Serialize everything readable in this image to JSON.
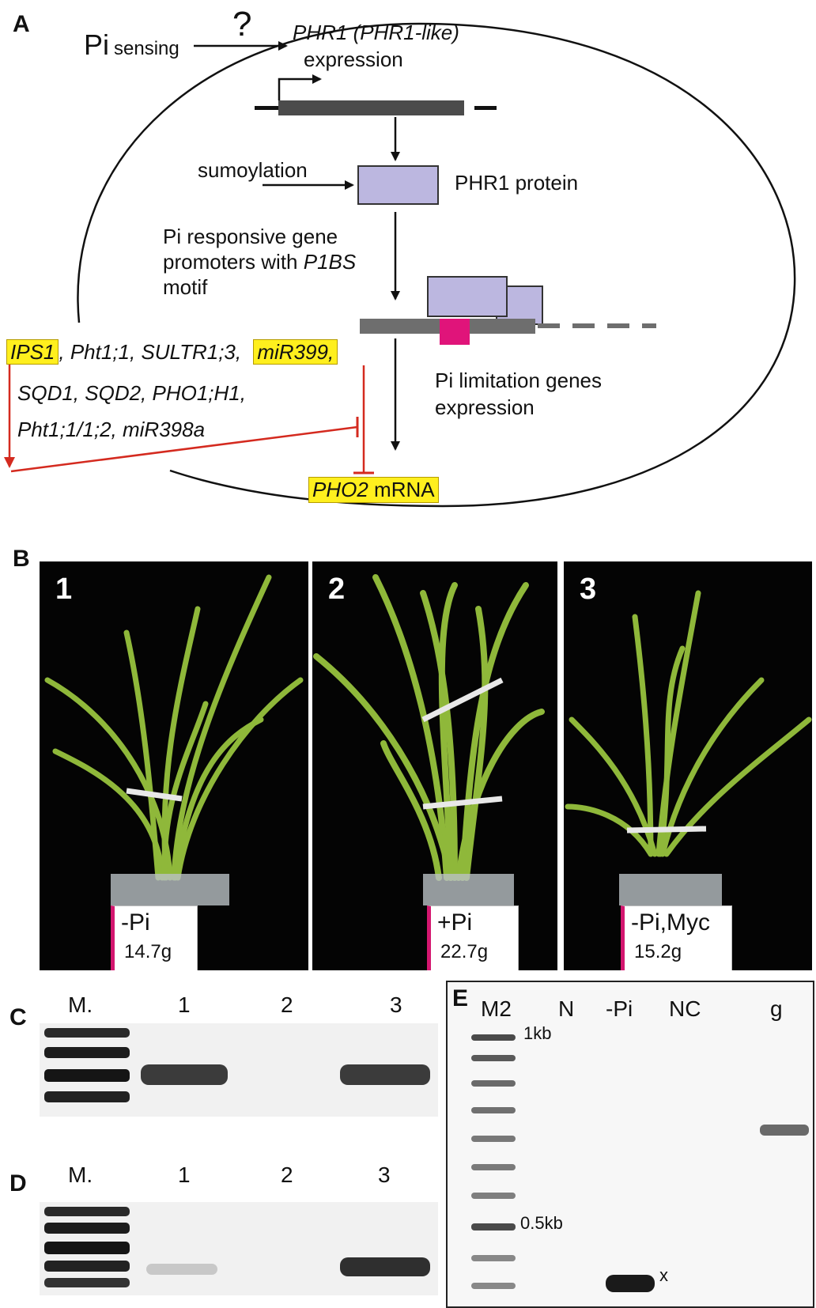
{
  "panelA": {
    "letter": "A",
    "pi_main": "Pi",
    "pi_sub": "sensing",
    "question": "?",
    "phr1_expr_line1": "PHR1 (PHR1-like)",
    "phr1_expr_line2": "expression",
    "sumoylation": "sumoylation",
    "phr1_protein": "PHR1 protein",
    "promoters_line1": "Pi responsive gene",
    "promoters_line2a": "promoters with ",
    "promoters_line2b": "P1BS",
    "promoters_line3": "motif",
    "limitation_line1": "Pi limitation genes",
    "limitation_line2": "expression",
    "genes_ips1": "IPS1",
    "genes_row1": ", Pht1;1, SULTR1;3,",
    "genes_mir399": "miR399,",
    "genes_row2": "SQD1, SQD2, PHO1;H1,",
    "genes_row3": "Pht1;1/1;2, miR398a",
    "pho2_italic": "PHO2",
    "pho2_rest": " mRNA",
    "colors": {
      "protein": "#bcb7e0",
      "motif": "#e0147a",
      "gene_bar": "#4b4b4b",
      "inhibition": "#d42a1f",
      "highlight": "#ffef1e"
    }
  },
  "panelB": {
    "letter": "B",
    "photos": [
      {
        "num": "1",
        "cond": "-Pi",
        "weight": "14.7g"
      },
      {
        "num": "2",
        "cond": "+Pi",
        "weight": "22.7g"
      },
      {
        "num": "3",
        "cond": "-Pi,Myc",
        "weight": "15.2g"
      }
    ]
  },
  "panelC": {
    "letter": "C",
    "lanes": [
      "M.",
      "1",
      "2",
      "3"
    ]
  },
  "panelD": {
    "letter": "D",
    "lanes": [
      "M.",
      "1",
      "2",
      "3"
    ]
  },
  "panelE": {
    "letter": "E",
    "lanes": [
      "M2",
      "N",
      "-Pi",
      "NC",
      "g"
    ],
    "marker_1kb": "1kb",
    "marker_05kb": "0.5kb",
    "band_mark": "x"
  }
}
